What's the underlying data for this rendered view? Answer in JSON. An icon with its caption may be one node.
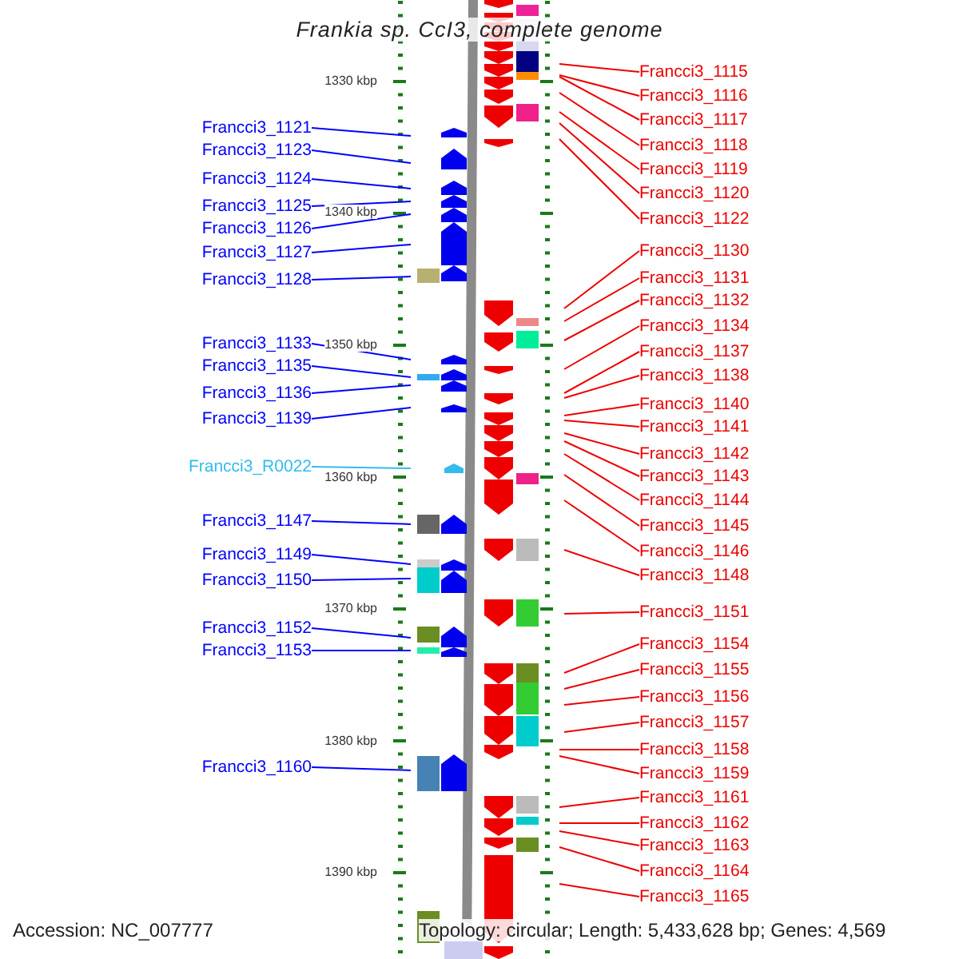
{
  "diagram": {
    "title": "Frankia sp. CcI3, complete genome",
    "nodes": [
      {
        "text": [
          "Francci3_1121"
        ]
      },
      {
        "text": [
          "Francci3_1123"
        ]
      },
      {
        "text": [
          "Francci3_1124"
        ]
      },
      {
        "text": [
          "Francci3_1125"
        ]
      },
      {
        "text": [
          "Francci3_1126"
        ]
      },
      {
        "text": [
          "Francci3_1127"
        ]
      },
      {
        "text": [
          "Francci3_1128"
        ]
      },
      {
        "text": [
          "Francci3_1133"
        ]
      },
      {
        "text": [
          "Francci3_1135"
        ]
      },
      {
        "text": [
          "Francci3_1136"
        ]
      },
      {
        "text": [
          "Francci3_1139"
        ]
      },
      {
        "text": [
          "Francci3_R0022"
        ]
      },
      {
        "text": [
          "Francci3_1147"
        ]
      },
      {
        "text": [
          "Francci3_1149"
        ]
      },
      {
        "text": [
          "Francci3_1150"
        ]
      },
      {
        "text": [
          "Francci3_1152"
        ]
      },
      {
        "text": [
          "Francci3_1153"
        ]
      },
      {
        "text": [
          "Francci3_1160"
        ]
      },
      {
        "text": [
          "Francci3_1115"
        ]
      },
      {
        "text": [
          "Francci3_1116"
        ]
      },
      {
        "text": [
          "Francci3_1117"
        ]
      },
      {
        "text": [
          "Francci3_1118"
        ]
      },
      {
        "text": [
          "Francci3_1119"
        ]
      },
      {
        "text": [
          "Francci3_1120"
        ]
      },
      {
        "text": [
          "Francci3_1122"
        ]
      },
      {
        "text": [
          "Francci3_1130"
        ]
      },
      {
        "text": [
          "Francci3_1131"
        ]
      },
      {
        "text": [
          "Francci3_1132"
        ]
      },
      {
        "text": [
          "Francci3_1134"
        ]
      },
      {
        "text": [
          "Francci3_1137"
        ]
      },
      {
        "text": [
          "Francci3_1138"
        ]
      },
      {
        "text": [
          "Francci3_1140"
        ]
      },
      {
        "text": [
          "Francci3_1141"
        ]
      },
      {
        "text": [
          "Francci3_1142"
        ]
      },
      {
        "text": [
          "Francci3_1143"
        ]
      },
      {
        "text": [
          "Francci3_1144"
        ]
      },
      {
        "text": [
          "Francci3_1145"
        ]
      },
      {
        "text": [
          "Francci3_1146"
        ]
      },
      {
        "text": [
          "Francci3_1148"
        ]
      },
      {
        "text": [
          "Francci3_1151"
        ]
      },
      {
        "text": [
          "Francci3_1154"
        ]
      },
      {
        "text": [
          "Francci3_1155"
        ]
      },
      {
        "text": [
          "Francci3_1156"
        ]
      },
      {
        "text": [
          "Francci3_1157"
        ]
      },
      {
        "text": [
          "Francci3_1158"
        ]
      },
      {
        "text": [
          "Francci3_1159"
        ]
      },
      {
        "text": [
          "Francci3_1161"
        ]
      },
      {
        "text": [
          "Francci3_1162"
        ]
      },
      {
        "text": [
          "Francci3_1163"
        ]
      },
      {
        "text": [
          "Francci3_1164"
        ]
      },
      {
        "text": [
          "Francci3_1165"
        ]
      }
    ],
    "edges": [
      {
        "from": 0,
        "to": null,
        "arrow": "none",
        "color": "#0000ff"
      },
      {
        "from": 1,
        "to": null,
        "arrow": "none",
        "color": "#0000ff"
      },
      {
        "from": 2,
        "to": null,
        "arrow": "none",
        "color": "#0000ff"
      },
      {
        "from": 3,
        "to": null,
        "arrow": "none",
        "color": "#0000ff"
      },
      {
        "from": 4,
        "to": null,
        "arrow": "none",
        "color": "#0000ff"
      },
      {
        "from": 5,
        "to": null,
        "arrow": "none",
        "color": "#0000ff"
      },
      {
        "from": 6,
        "to": null,
        "arrow": "none",
        "color": "#0000ff"
      },
      {
        "from": 7,
        "to": null,
        "arrow": "none",
        "color": "#0000ff"
      },
      {
        "from": 8,
        "to": null,
        "arrow": "none",
        "color": "#0000ff"
      },
      {
        "from": 9,
        "to": null,
        "arrow": "none",
        "color": "#0000ff"
      },
      {
        "from": 10,
        "to": null,
        "arrow": "none",
        "color": "#0000ff"
      },
      {
        "from": 11,
        "to": null,
        "arrow": "none",
        "color": "#33bbee"
      },
      {
        "from": 12,
        "to": null,
        "arrow": "none",
        "color": "#0000ff"
      },
      {
        "from": 13,
        "to": null,
        "arrow": "none",
        "color": "#0000ff"
      },
      {
        "from": 14,
        "to": null,
        "arrow": "none",
        "color": "#0000ff"
      },
      {
        "from": 15,
        "to": null,
        "arrow": "none",
        "color": "#0000ff"
      },
      {
        "from": 16,
        "to": null,
        "arrow": "none",
        "color": "#0000ff"
      },
      {
        "from": 17,
        "to": null,
        "arrow": "none",
        "color": "#0000ff"
      },
      {
        "from": 18,
        "to": null,
        "arrow": "none"
      },
      {
        "from": 19,
        "to": null,
        "arrow": "none"
      },
      {
        "from": 20,
        "to": null,
        "arrow": "none"
      },
      {
        "from": 21,
        "to": null,
        "arrow": "none"
      },
      {
        "from": 22,
        "to": null,
        "arrow": "none"
      },
      {
        "from": 23,
        "to": null,
        "arrow": "none"
      },
      {
        "from": 24,
        "to": null,
        "arrow": "none"
      },
      {
        "from": 25,
        "to": null,
        "arrow": "none"
      },
      {
        "from": 26,
        "to": null,
        "arrow": "none"
      },
      {
        "from": 27,
        "to": null,
        "arrow": "none"
      },
      {
        "from": 28,
        "to": null,
        "arrow": "none"
      },
      {
        "from": 29,
        "to": null,
        "arrow": "none"
      },
      {
        "from": 30,
        "to": null,
        "arrow": "none"
      },
      {
        "from": 31,
        "to": null,
        "arrow": "none"
      },
      {
        "from": 32,
        "to": null,
        "arrow": "none"
      },
      {
        "from": 33,
        "to": null,
        "arrow": "none"
      },
      {
        "from": 34,
        "to": null,
        "arrow": "none"
      },
      {
        "from": 35,
        "to": null,
        "arrow": "none"
      },
      {
        "from": 36,
        "to": null,
        "arrow": "none"
      },
      {
        "from": 37,
        "to": null,
        "arrow": "none"
      },
      {
        "from": 38,
        "to": null,
        "arrow": "none"
      },
      {
        "from": 39,
        "to": null,
        "arrow": "none"
      },
      {
        "from": 40,
        "to": null,
        "arrow": "none"
      },
      {
        "from": 41,
        "to": null,
        "arrow": "none"
      },
      {
        "from": 42,
        "to": null,
        "arrow": "none"
      },
      {
        "from": 43,
        "to": null,
        "arrow": "none"
      },
      {
        "from": 44,
        "to": null,
        "arrow": "none"
      },
      {
        "from": 45,
        "to": null,
        "arrow": "none"
      },
      {
        "from": 46,
        "to": null,
        "arrow": "none"
      },
      {
        "from": 47,
        "to": null,
        "arrow": "none"
      },
      {
        "from": 48,
        "to": null,
        "arrow": "none"
      },
      {
        "from": 49,
        "to": null,
        "arrow": "none"
      },
      {
        "from": 50,
        "to": null,
        "arrow": "none"
      }
    ],
    "labels": [
      "1330 kbp",
      "1340 kbp",
      "1350 kbp",
      "1360 kbp",
      "1370 kbp",
      "1380 kbp",
      "1390 kbp",
      "Accession: NC_007777",
      "Topology: circular; Length: 5,433,628 bp; Genes: 4,569"
    ]
  }
}
